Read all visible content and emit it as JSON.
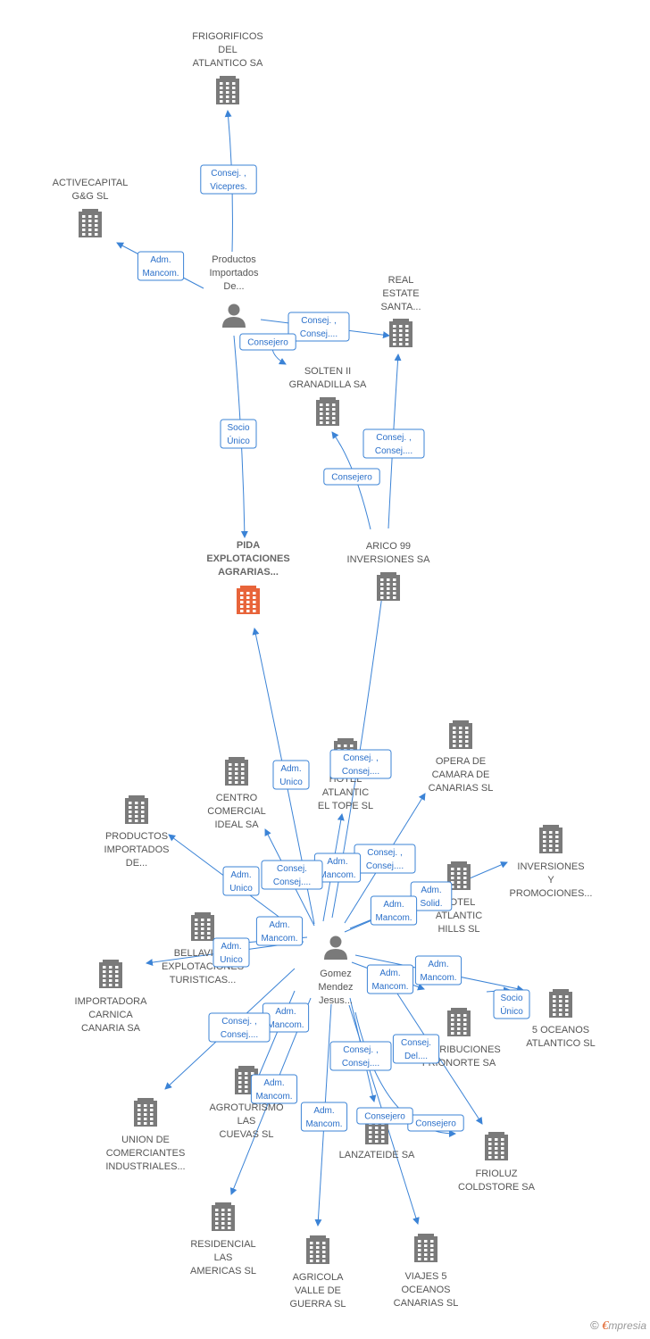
{
  "colors": {
    "building": "#7a7a7a",
    "building_highlight": "#e8643a",
    "person": "#7a7a7a",
    "edge": "#3b83d6",
    "label": "#555555"
  },
  "nodes": [
    {
      "id": "frigorificos",
      "type": "building",
      "lines": [
        "FRIGORIFICOS",
        "DEL",
        "ATLANTICO SA"
      ]
    },
    {
      "id": "activecapital",
      "type": "building",
      "lines": [
        "ACTIVECAPITAL",
        "G&G  SL"
      ]
    },
    {
      "id": "productos_importados_de_p",
      "type": "person",
      "lines": [
        "Productos",
        "Importados",
        "De..."
      ]
    },
    {
      "id": "real_estate",
      "type": "building",
      "lines": [
        "REAL",
        "ESTATE",
        "SANTA..."
      ]
    },
    {
      "id": "solten",
      "type": "building",
      "lines": [
        "SOLTEN II",
        "GRANADILLA SA"
      ]
    },
    {
      "id": "pida",
      "type": "building",
      "highlight": true,
      "lines": [
        "PIDA",
        "EXPLOTACIONES",
        "AGRARIAS..."
      ]
    },
    {
      "id": "arico",
      "type": "building",
      "lines": [
        "ARICO 99",
        "INVERSIONES SA"
      ]
    },
    {
      "id": "opera",
      "type": "building",
      "lines": [
        "OPERA DE",
        "CAMARA DE",
        "CANARIAS  SL"
      ]
    },
    {
      "id": "hotel_tope",
      "type": "building",
      "lines": [
        "HOTEL",
        "ATLANTIC",
        "EL TOPE  SL"
      ]
    },
    {
      "id": "centro",
      "type": "building",
      "lines": [
        "CENTRO",
        "COMERCIAL",
        "IDEAL SA"
      ]
    },
    {
      "id": "productos_importados_b",
      "type": "building",
      "lines": [
        "PRODUCTOS",
        "IMPORTADOS",
        "DE..."
      ]
    },
    {
      "id": "inversiones",
      "type": "building",
      "lines": [
        "INVERSIONES",
        "Y",
        "PROMOCIONES..."
      ]
    },
    {
      "id": "hotel_hills",
      "type": "building",
      "lines": [
        "HOTEL",
        "ATLANTIC",
        "HILLS  SL"
      ]
    },
    {
      "id": "bellavista",
      "type": "building",
      "lines": [
        "BELLAVISTA",
        "EXPLOTACIONES",
        "TURISTICAS..."
      ]
    },
    {
      "id": "importadora",
      "type": "building",
      "lines": [
        "IMPORTADORA",
        "CARNICA",
        "CANARIA SA"
      ]
    },
    {
      "id": "gomez",
      "type": "person",
      "lines": [
        "Gomez",
        "Mendez",
        "Jesus..."
      ]
    },
    {
      "id": "cinco_oceanos",
      "type": "building",
      "lines": [
        "5 OCEANOS",
        "ATLANTICO  SL"
      ]
    },
    {
      "id": "distribuciones",
      "type": "building",
      "lines": [
        "DISTRIBUCIONES",
        "FRIONORTE SA"
      ]
    },
    {
      "id": "agroturismo",
      "type": "building",
      "lines": [
        "AGROTURISMO",
        "LAS",
        "CUEVAS  SL"
      ]
    },
    {
      "id": "union",
      "type": "building",
      "lines": [
        "UNION DE",
        "COMERCIANTES",
        "INDUSTRIALES..."
      ]
    },
    {
      "id": "lanzateide",
      "type": "building",
      "lines": [
        "LANZATEIDE SA"
      ]
    },
    {
      "id": "frioluz",
      "type": "building",
      "lines": [
        "FRIOLUZ",
        "COLDSTORE SA"
      ]
    },
    {
      "id": "residencial",
      "type": "building",
      "lines": [
        "RESIDENCIAL",
        "LAS",
        "AMERICAS  SL"
      ]
    },
    {
      "id": "agricola",
      "type": "building",
      "lines": [
        "AGRICOLA",
        "VALLE DE",
        "GUERRA  SL"
      ]
    },
    {
      "id": "viajes",
      "type": "building",
      "lines": [
        "VIAJES 5",
        "OCEANOS",
        "CANARIAS SL"
      ]
    }
  ],
  "relations": [
    {
      "lines": [
        "Consej. ,",
        "Vicepres."
      ]
    },
    {
      "lines": [
        "Adm.",
        "Mancom."
      ]
    },
    {
      "lines": [
        "Consej. ,",
        "Consej...."
      ]
    },
    {
      "lines": [
        "Consejero"
      ]
    },
    {
      "lines": [
        "Socio",
        "Único"
      ]
    },
    {
      "lines": [
        "Consej. ,",
        "Consej...."
      ]
    },
    {
      "lines": [
        "Consejero"
      ]
    },
    {
      "lines": [
        "Adm.",
        "Unico"
      ]
    },
    {
      "lines": [
        "Consej. ,",
        "Consej...."
      ]
    },
    {
      "lines": [
        "Consej. ,",
        "Consej...."
      ]
    },
    {
      "lines": [
        "Adm.",
        "Mancom."
      ]
    },
    {
      "lines": [
        "Consej.",
        "Consej...."
      ]
    },
    {
      "lines": [
        "Adm.",
        "Unico"
      ]
    },
    {
      "lines": [
        "Adm.",
        "Solid."
      ]
    },
    {
      "lines": [
        "Adm.",
        "Mancom."
      ]
    },
    {
      "lines": [
        "Adm.",
        "Mancom."
      ]
    },
    {
      "lines": [
        "Adm.",
        "Unico"
      ]
    },
    {
      "lines": [
        "Adm.",
        "Mancom."
      ]
    },
    {
      "lines": [
        "Adm.",
        "Mancom."
      ]
    },
    {
      "lines": [
        "Socio",
        "Único"
      ]
    },
    {
      "lines": [
        "Adm.",
        "Mancom."
      ]
    },
    {
      "lines": [
        "Consej. ,",
        "Consej...."
      ]
    },
    {
      "lines": [
        "Consej.",
        "Del...."
      ]
    },
    {
      "lines": [
        "Consej. ,",
        "Consej...."
      ]
    },
    {
      "lines": [
        "Consejero"
      ]
    },
    {
      "lines": [
        "Adm.",
        "Mancom."
      ]
    },
    {
      "lines": [
        "Adm.",
        "Mancom."
      ]
    },
    {
      "lines": [
        "Consejero"
      ]
    }
  ],
  "footer": {
    "symbol": "©",
    "brand_initial": "€",
    "brand_rest": "mpresia"
  }
}
